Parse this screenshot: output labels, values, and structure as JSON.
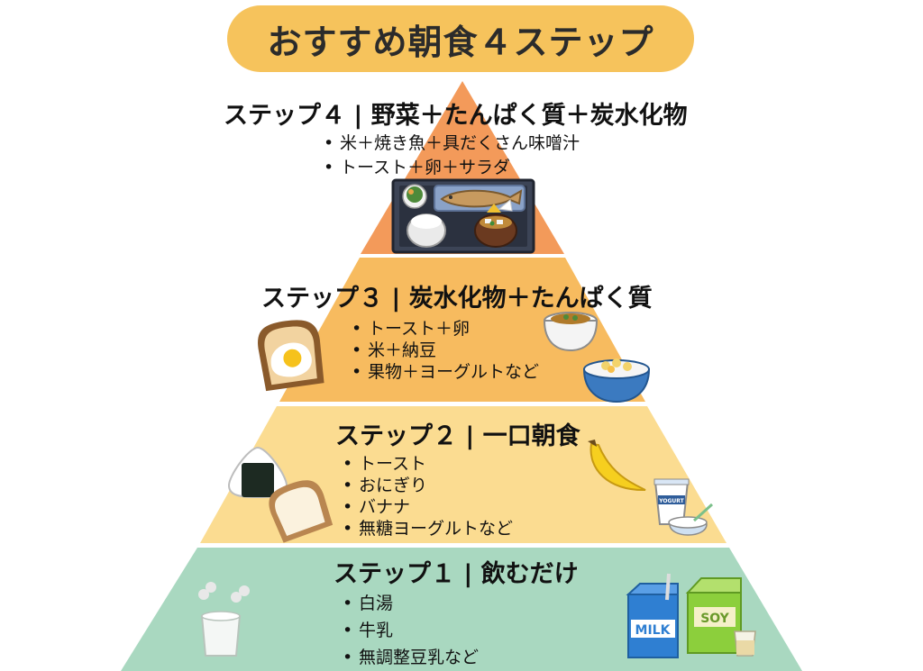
{
  "title": "おすすめ朝食４ステップ",
  "colors": {
    "title_pill": "#f6c35c",
    "step4": "#f39a5a",
    "step3": "#f7bb5f",
    "step2": "#fbdc91",
    "step1": "#a9d8c0"
  },
  "steps": [
    {
      "heading": "ステップ４ | 野菜＋たんぱく質＋炭水化物",
      "items": [
        "米＋焼き魚＋具だくさん味噌汁",
        "トースト＋卵＋サラダ"
      ],
      "icons": [
        "japanese-breakfast-tray-icon"
      ]
    },
    {
      "heading": "ステップ３ | 炭水化物＋たんぱく質",
      "items": [
        "トースト＋卵",
        "米＋納豆",
        "果物＋ヨーグルトなど"
      ],
      "icons": [
        "egg-toast-icon",
        "natto-rice-bowl-icon",
        "fruit-yogurt-bowl-icon"
      ]
    },
    {
      "heading": "ステップ２ | 一口朝食",
      "items": [
        "トースト",
        "おにぎり",
        "バナナ",
        "無糖ヨーグルトなど"
      ],
      "icons": [
        "onigiri-icon",
        "toast-icon",
        "banana-icon",
        "yogurt-icon"
      ]
    },
    {
      "heading": "ステップ１ | 飲むだけ",
      "items": [
        "白湯",
        "牛乳",
        "無調整豆乳など"
      ],
      "icons": [
        "hot-water-cup-icon",
        "milk-carton-icon",
        "soy-milk-carton-icon"
      ]
    }
  ],
  "labels": {
    "yogurt_cup": "YOGURT",
    "milk_carton": "MILK",
    "soy_carton": "SOY"
  }
}
